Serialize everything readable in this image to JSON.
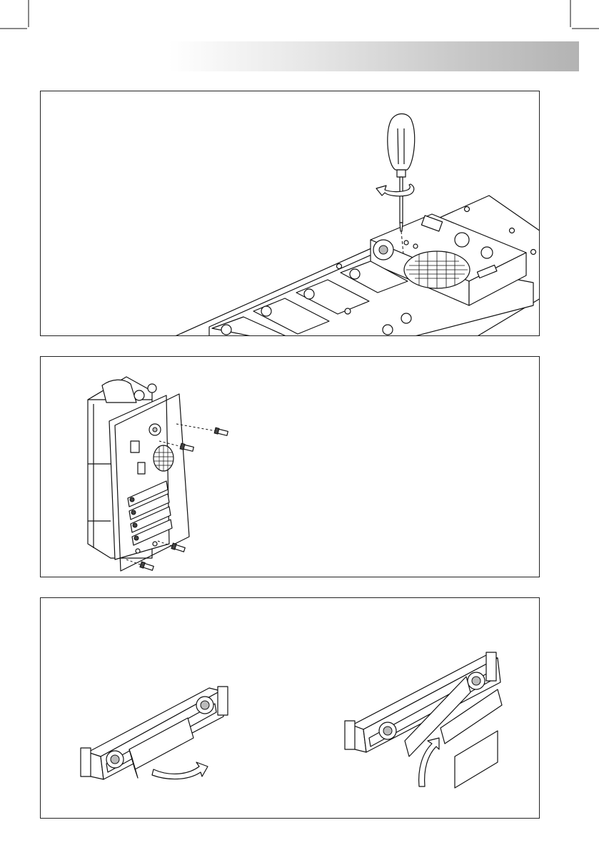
{
  "figures": [
    {
      "id": "figure-1",
      "icons": [
        "screwdriver-icon",
        "rotate-arrow-icon"
      ]
    },
    {
      "id": "figure-2",
      "icons": [
        "screw-icon"
      ]
    },
    {
      "id": "figure-3",
      "icons": [
        "curved-arrow-icon"
      ]
    }
  ]
}
